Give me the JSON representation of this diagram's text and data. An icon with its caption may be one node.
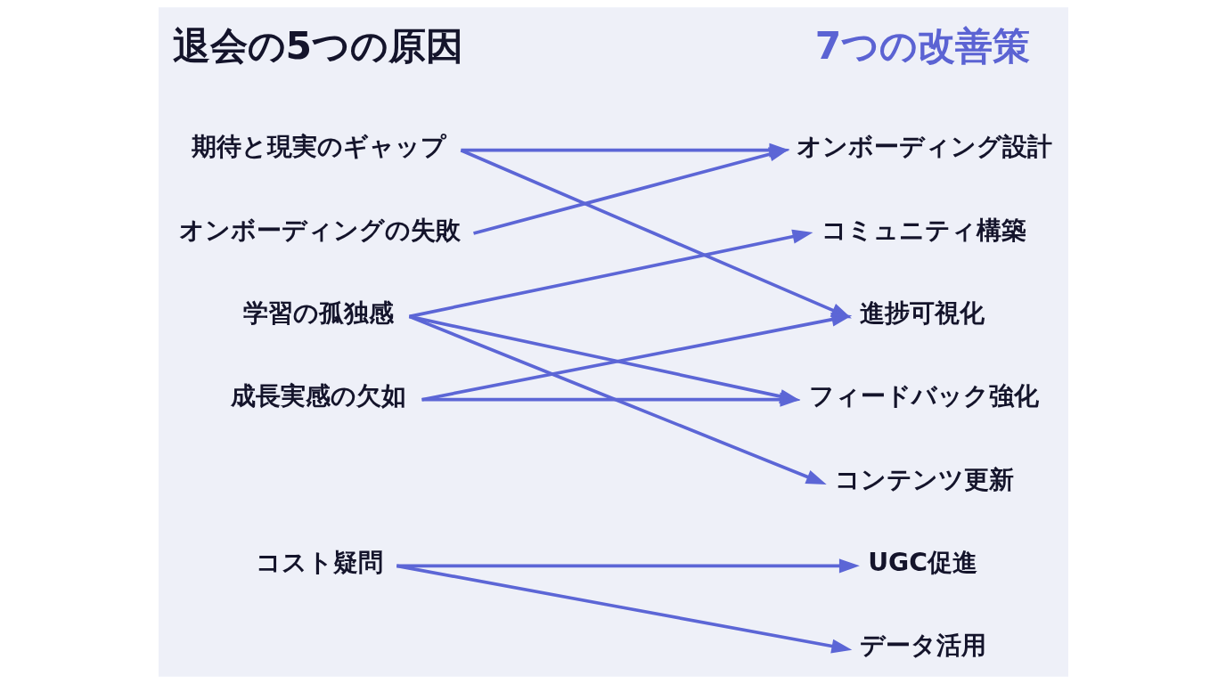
{
  "diagram": {
    "nodes": [
      {
        "text": [
          "期待と現実のギャップ"
        ]
      },
      {
        "text": [
          "オンボーディングの失敗"
        ]
      },
      {
        "text": [
          "学習の孤独感"
        ]
      },
      {
        "text": [
          "成長実感の欠如"
        ]
      },
      {
        "text": [
          "コスト疑問"
        ]
      },
      {
        "text": [
          "オンボーディング設計"
        ]
      },
      {
        "text": [
          "コミュニティ構築"
        ]
      },
      {
        "text": [
          "進捗可視化"
        ]
      },
      {
        "text": [
          "フィードバック強化"
        ]
      },
      {
        "text": [
          "コンテンツ更新"
        ]
      },
      {
        "text": [
          "UGC促進"
        ]
      },
      {
        "text": [
          "データ活用"
        ]
      }
    ],
    "edges": [
      {
        "from": 0,
        "to": 5,
        "arrow": "to"
      },
      {
        "from": 0,
        "to": 7,
        "arrow": "to"
      },
      {
        "from": 1,
        "to": 5,
        "arrow": "to"
      },
      {
        "from": 2,
        "to": 6,
        "arrow": "to"
      },
      {
        "from": 2,
        "to": 8,
        "arrow": "to"
      },
      {
        "from": 2,
        "to": 9,
        "arrow": "to"
      },
      {
        "from": 3,
        "to": 7,
        "arrow": "to"
      },
      {
        "from": 3,
        "to": 8,
        "arrow": "to"
      },
      {
        "from": 4,
        "to": 10,
        "arrow": "to"
      },
      {
        "from": 4,
        "to": 11,
        "arrow": "to"
      }
    ],
    "labels": [
      "退会の5つの原因",
      "7つの改善策"
    ]
  }
}
